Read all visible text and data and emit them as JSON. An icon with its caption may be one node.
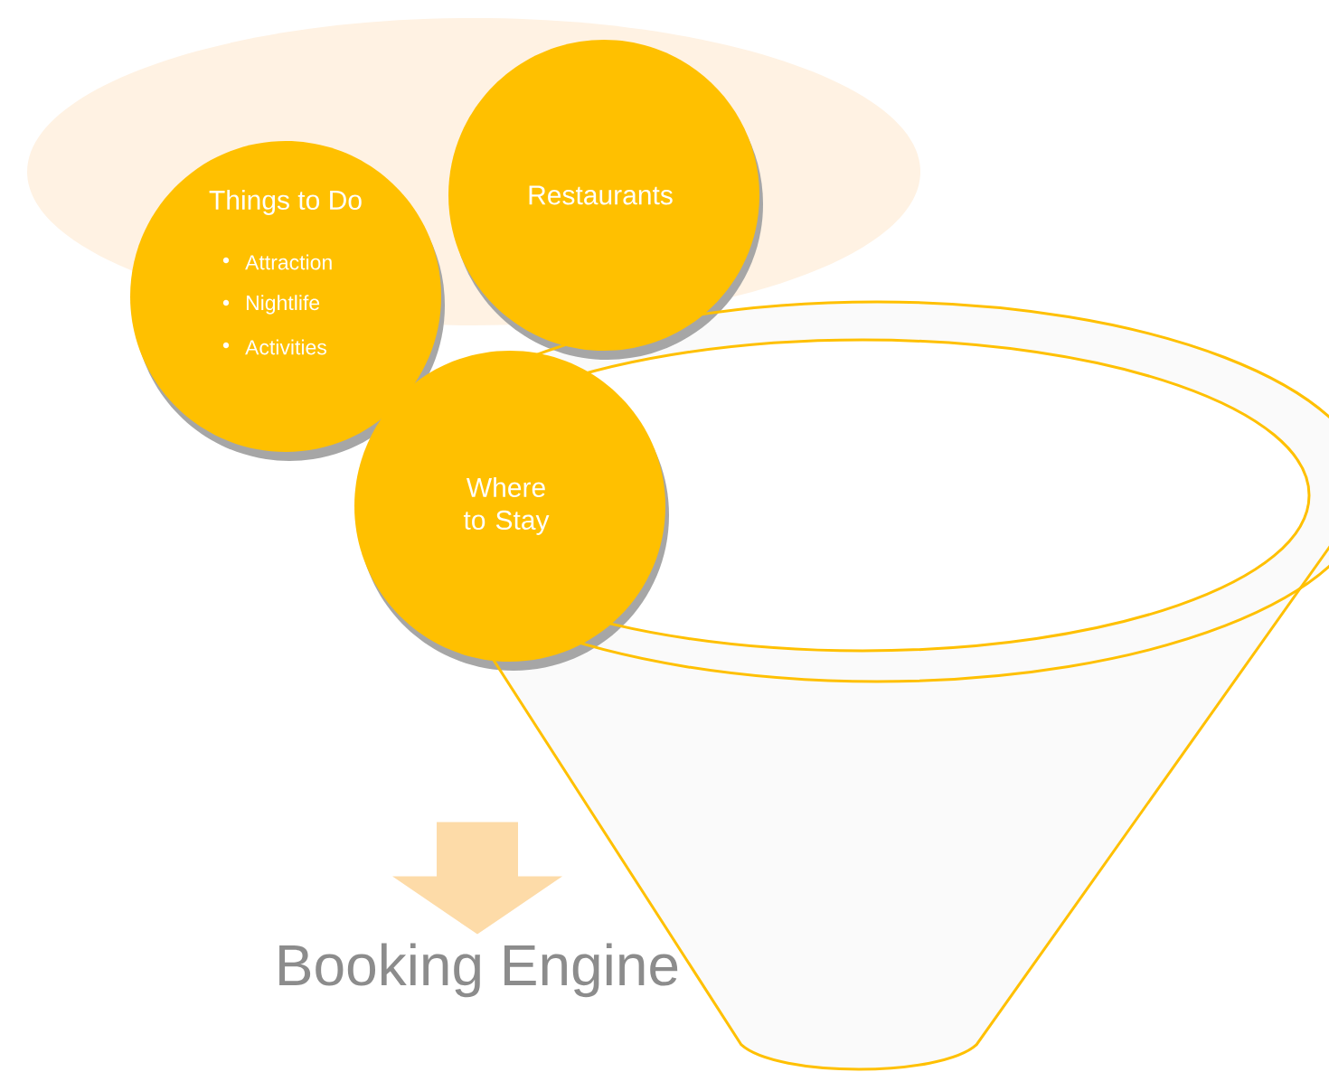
{
  "diagram": {
    "nodes": [
      {
        "text": [
          "Things to Do",
          "Attraction",
          "Nightlife",
          "Activities"
        ]
      },
      {
        "text": [
          "Restaurants"
        ]
      },
      {
        "text": [
          "Where to Stay"
        ]
      },
      {
        "text": [
          "Booking Engine"
        ]
      }
    ],
    "edges": [
      {
        "from": null,
        "to": 3,
        "arrow": "to"
      }
    ]
  }
}
